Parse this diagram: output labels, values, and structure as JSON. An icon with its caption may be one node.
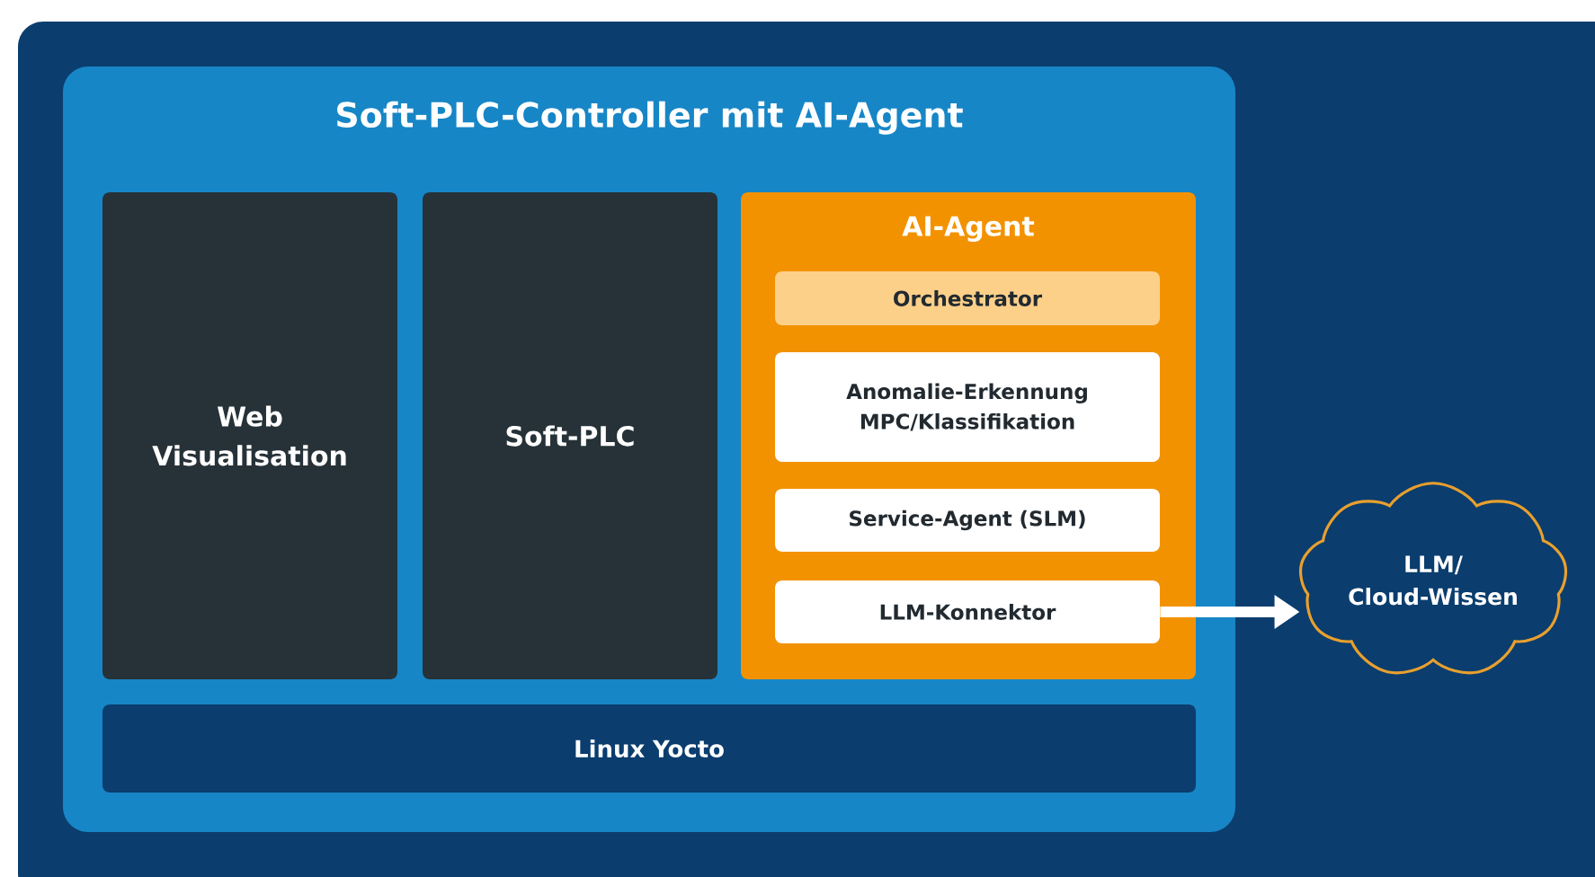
{
  "diagram": {
    "nodes": [
      {
        "text": [
          "Soft-PLC-Controller mit AI-Agent"
        ]
      },
      {
        "text": [
          "Web Visualisation"
        ],
        "in": 0
      },
      {
        "text": [
          "Soft-PLC"
        ],
        "in": 0
      },
      {
        "text": [
          "AI-Agent"
        ],
        "in": 0
      },
      {
        "text": [
          "Orchestrator"
        ],
        "in": 3
      },
      {
        "text": [
          "Anomalie-Erkennung MPC/Klassifikation"
        ],
        "in": 3
      },
      {
        "text": [
          "Service-Agent (SLM)"
        ],
        "in": 3
      },
      {
        "text": [
          "LLM-Konnektor"
        ],
        "in": 3
      },
      {
        "text": [
          "Linux Yocto"
        ],
        "in": 0
      },
      {
        "text": [
          "LLM/ Cloud-Wissen"
        ]
      }
    ],
    "edges": [
      {
        "from": 7,
        "to": 9,
        "arrow": "to"
      }
    ]
  }
}
